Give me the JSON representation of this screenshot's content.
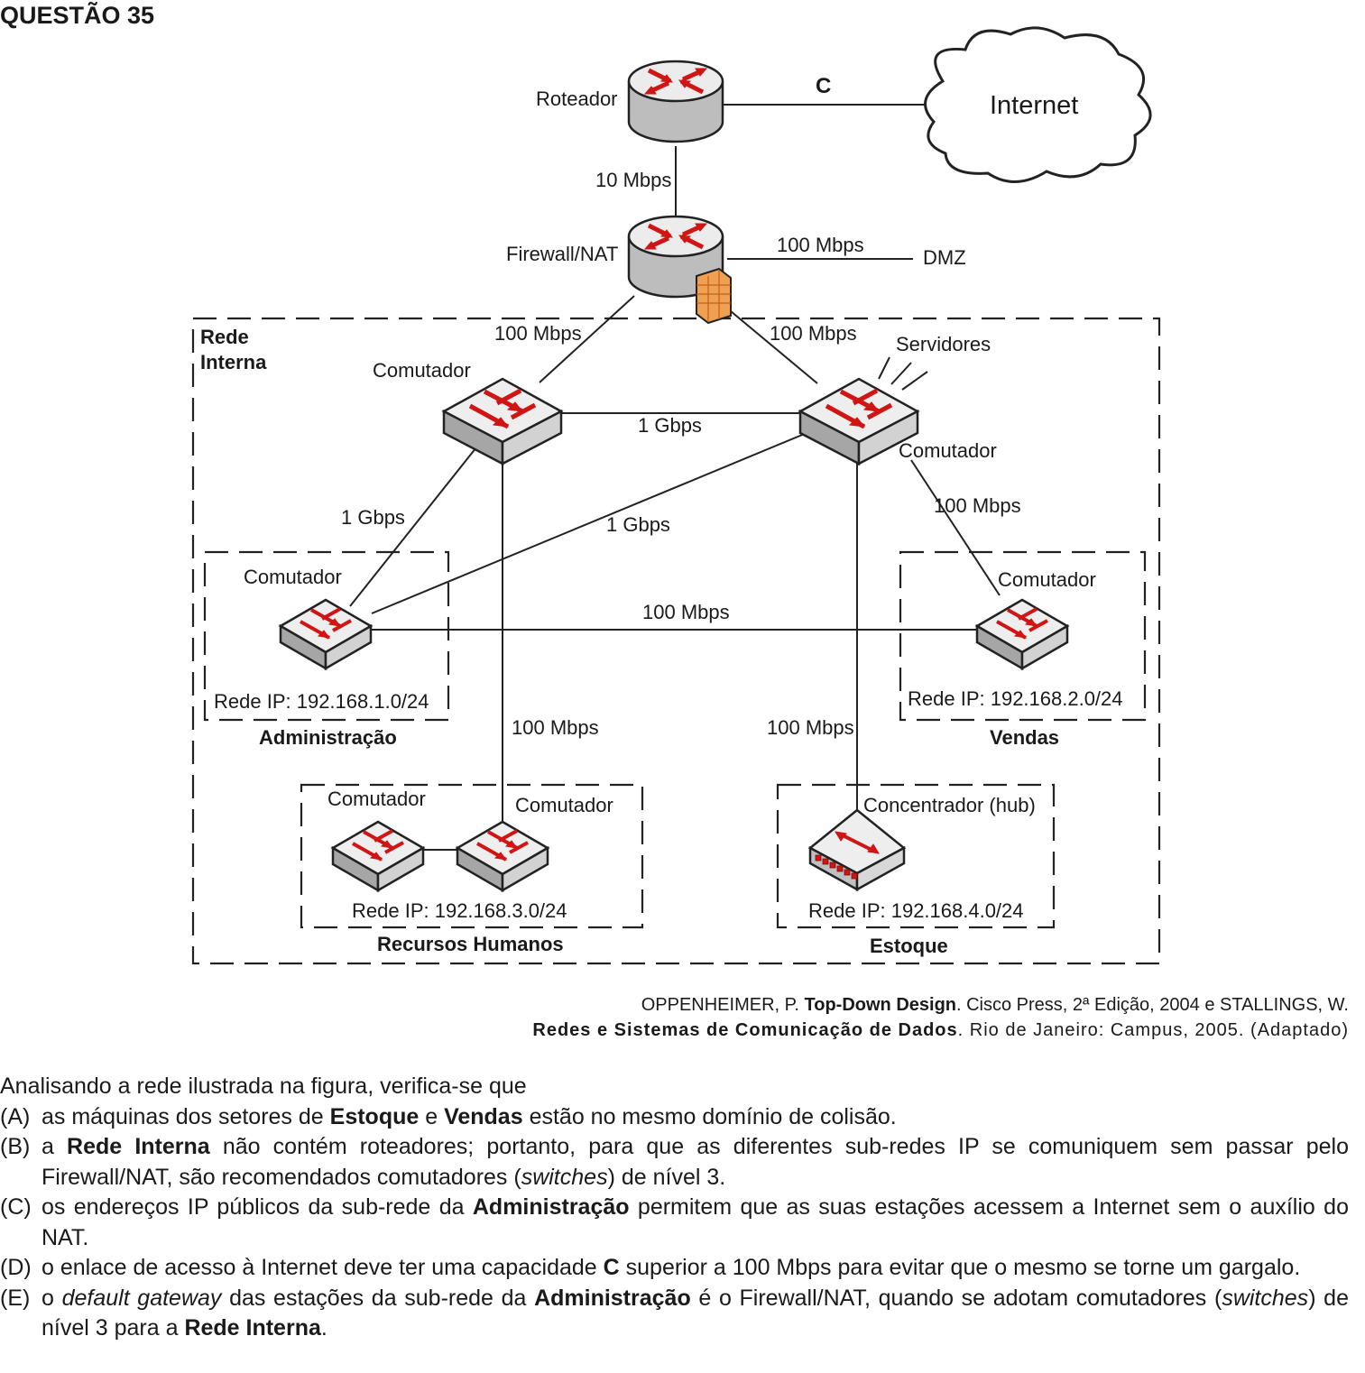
{
  "question_title": "QUESTÃO 35",
  "diagram": {
    "router_label": "Roteador",
    "link_c_label": "C",
    "internet_label": "Internet",
    "link_10mbps": "10 Mbps",
    "firewall_label": "Firewall/NAT",
    "dmz_link_speed": "100 Mbps",
    "dmz_label": "DMZ",
    "internal_network_line1": "Rede",
    "internal_network_line2": "Interna",
    "left_uplink_speed": "100 Mbps",
    "right_uplink_speed": "100 Mbps",
    "servers_label": "Servidores",
    "core_left_label": "Comutador",
    "core_right_label": "Comutador",
    "core_link_speed": "1 Gbps",
    "admin_link_speed": "1 Gbps",
    "cross_link_speed": "1 Gbps",
    "vendas_link_speed": "100 Mbps",
    "admin_vendas_link_speed": "100 Mbps",
    "rh_link_speed": "100 Mbps",
    "estoque_link_speed": "100 Mbps",
    "admin": {
      "switch_label": "Comutador",
      "ip": "Rede IP: 192.168.1.0/24",
      "name": "Administração"
    },
    "vendas": {
      "switch_label": "Comutador",
      "ip": "Rede IP: 192.168.2.0/24",
      "name": "Vendas"
    },
    "rh": {
      "switch1_label": "Comutador",
      "switch2_label": "Comutador",
      "ip": "Rede IP: 192.168.3.0/24",
      "name": "Recursos Humanos"
    },
    "estoque": {
      "hub_label": "Concentrador (hub)",
      "ip": "Rede IP: 192.168.4.0/24",
      "name": "Estoque"
    }
  },
  "citation": {
    "line1_a": "OPPENHEIMER, P. ",
    "line1_b": "Top-Down Design",
    "line1_c": ". Cisco Press, 2ª Edição, 2004 e STALLINGS, W.",
    "line2_b": "Redes e Sistemas de Comunicação de Dados",
    "line2_c": ". Rio de Janeiro: Campus, 2005. (Adaptado)"
  },
  "question": {
    "stem": "Analisando a rede ilustrada na figura, verifica-se que",
    "options": {
      "A": {
        "label": "(A)",
        "t1": "as máquinas dos setores de ",
        "b1": "Estoque",
        "t2": " e ",
        "b2": "Vendas",
        "t3": " estão no mesmo domínio de colisão."
      },
      "B": {
        "label": "(B)",
        "t1": "a ",
        "b1": "Rede Interna",
        "t2": " não contém roteadores; portanto, para que as diferentes sub-redes IP se comuniquem sem passar pelo Firewall/NAT, são recomendados comutadores (",
        "i1": "switches",
        "t3": ") de nível 3."
      },
      "C": {
        "label": "(C)",
        "t1": "os endereços IP públicos da sub-rede da ",
        "b1": "Administração",
        "t2": " permitem que as suas estações acessem a Internet sem o auxílio do NAT."
      },
      "D": {
        "label": "(D)",
        "t1": "o enlace de acesso à Internet deve ter uma capacidade ",
        "b1": "C",
        "t2": " superior a 100 Mbps para evitar que o mesmo se torne um gargalo."
      },
      "E": {
        "label": "(E)",
        "t1": "o ",
        "i1": "default gateway",
        "t2": " das estações da sub-rede da ",
        "b1": "Administração",
        "t3": " é o Firewall/NAT, quando se adotam comutadores (",
        "i2": "switches",
        "t4": ") de nível 3 para a ",
        "b2": "Rede Interna",
        "t5": "."
      }
    }
  }
}
